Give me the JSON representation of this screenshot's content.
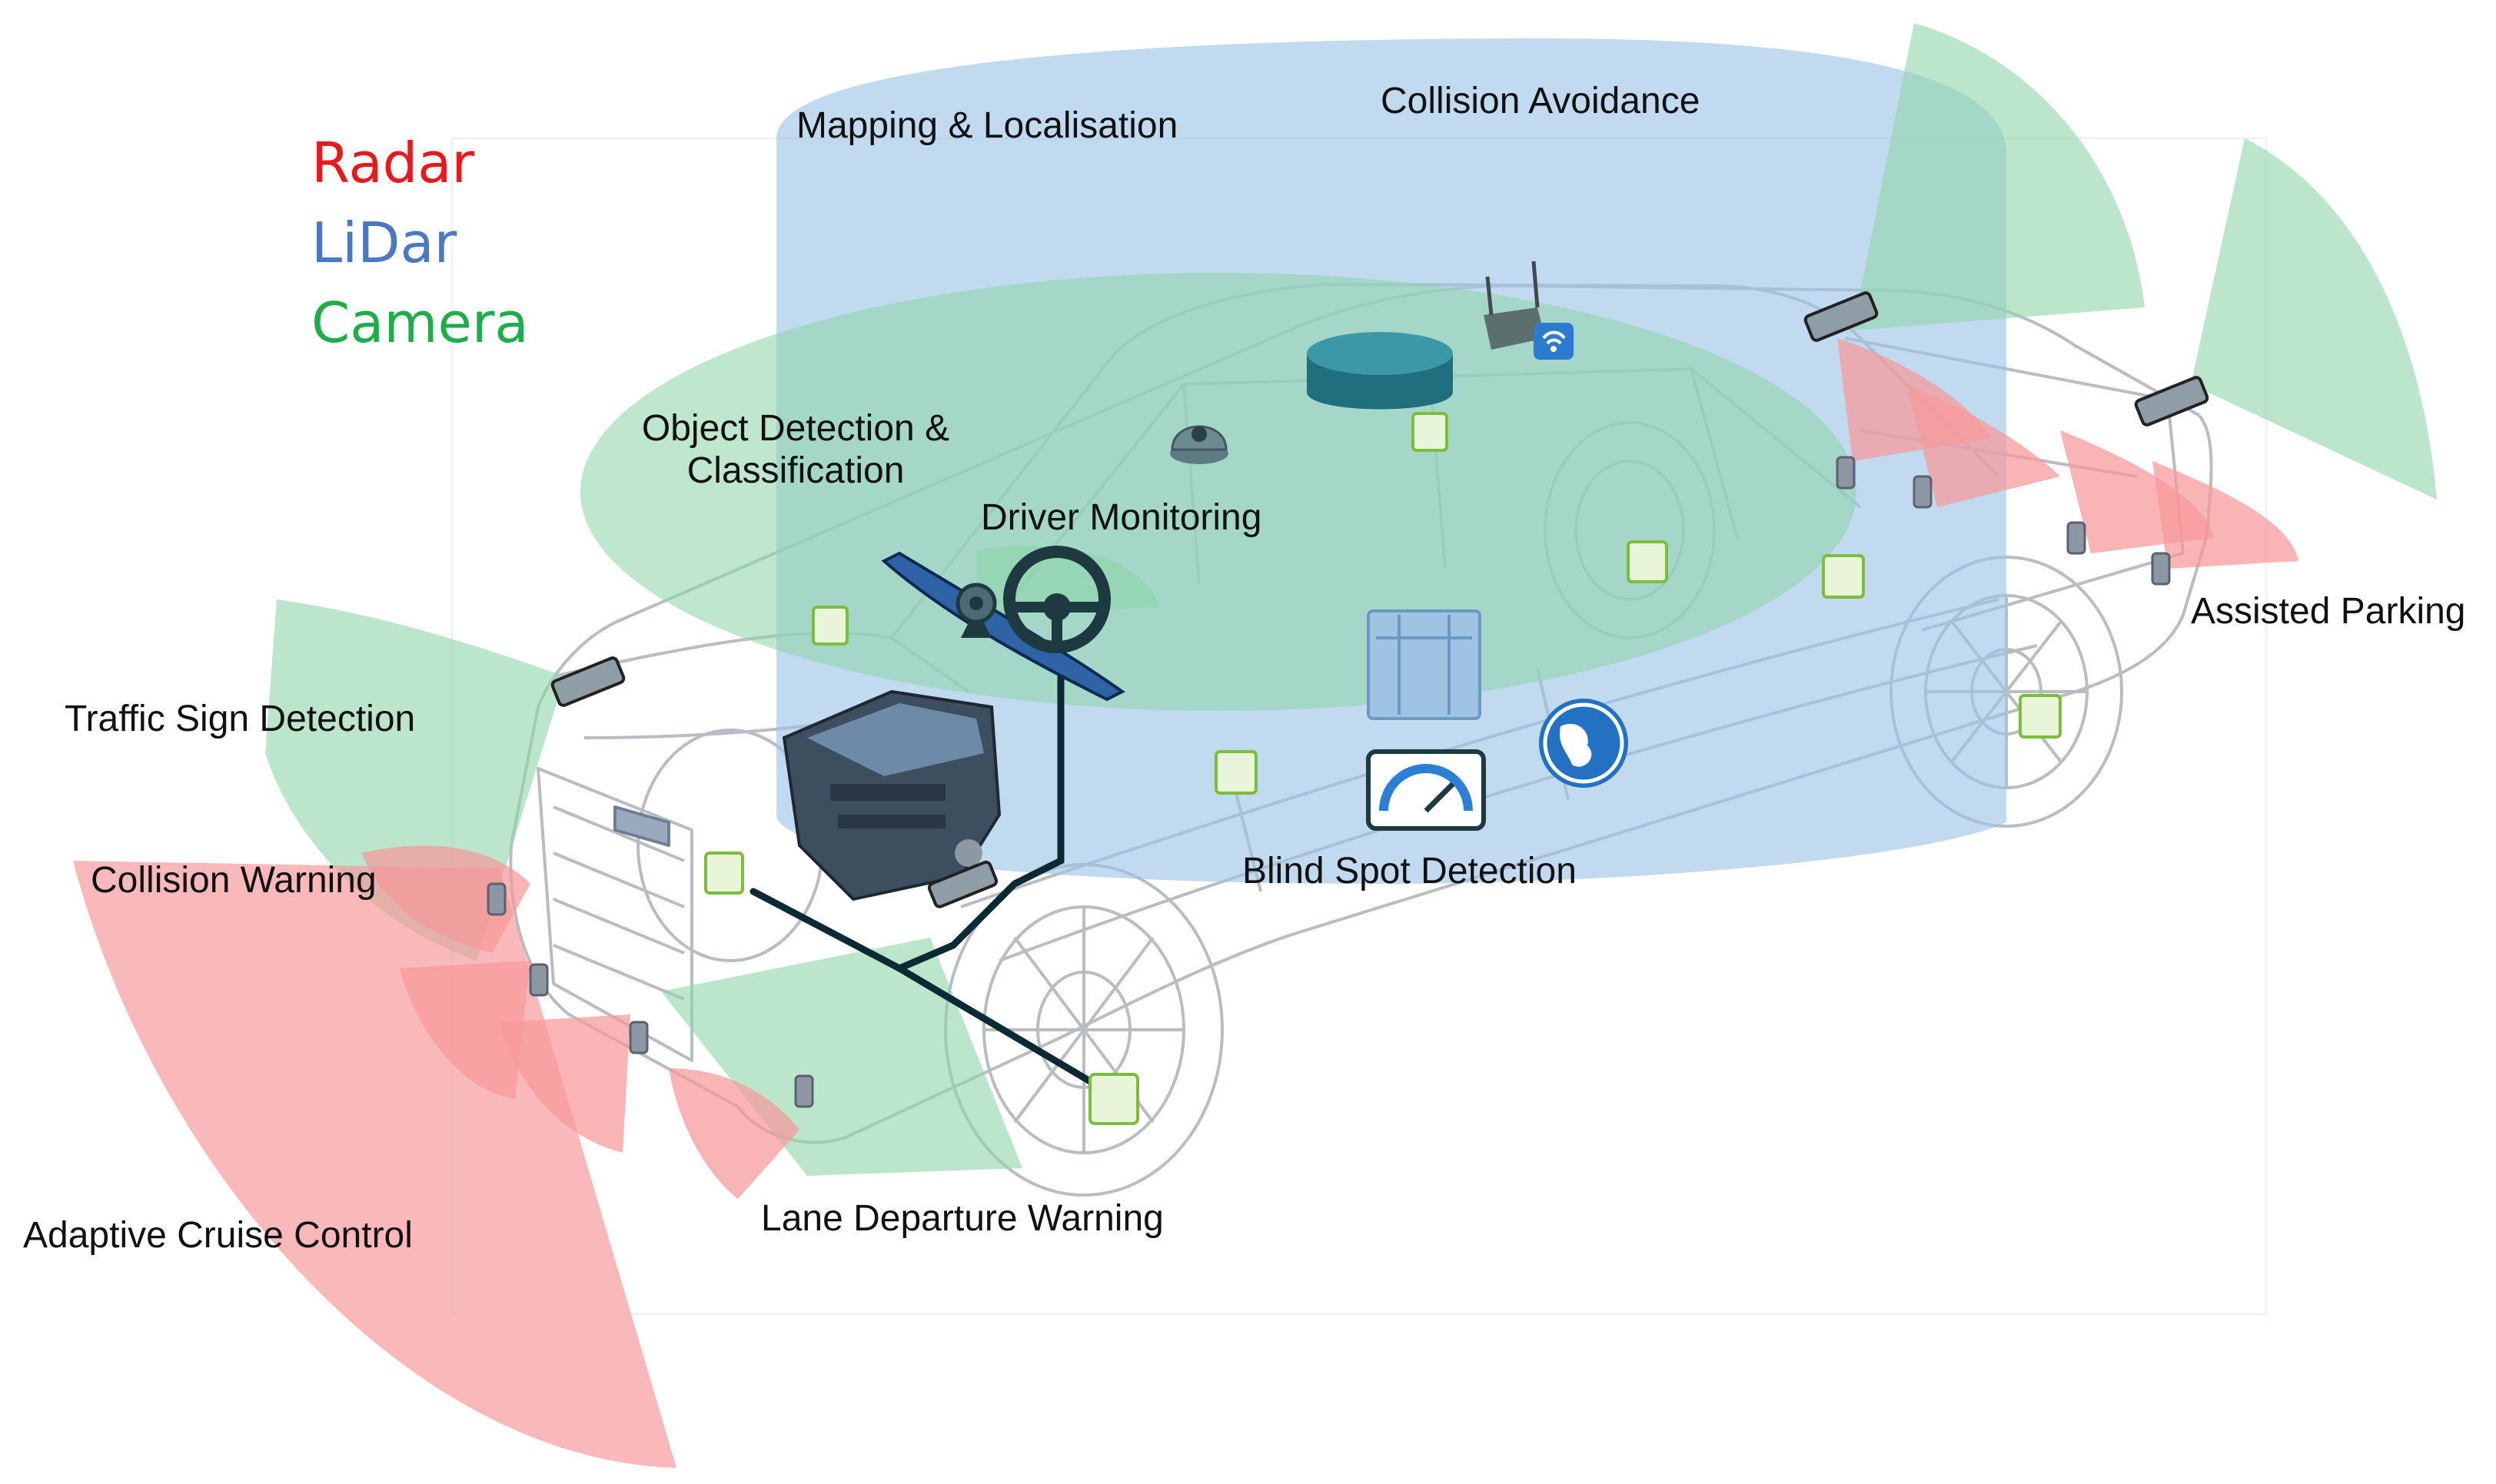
{
  "legend": {
    "radar": "Radar",
    "lidar": "LiDar",
    "camera": "Camera"
  },
  "colors": {
    "radar": "#e8191c",
    "lidar": "#4a78c2",
    "camera": "#1fad4c",
    "radar_zone": "#f6989a",
    "lidar_zone": "#9dc3e6",
    "camera_zone": "#8fd6a8",
    "equipment": "#2d6a87",
    "chip": "#7cbd3b"
  },
  "labels": {
    "mapping": "Mapping & Localisation",
    "collision_avoidance": "Collision Avoidance",
    "object_detection": [
      "Object Detection &",
      "Classification"
    ],
    "driver_monitoring": "Driver Monitoring",
    "assisted_parking": "Assisted Parking",
    "traffic_sign": "Traffic Sign Detection",
    "collision_warning": "Collision Warning",
    "blind_spot": "Blind Spot Detection",
    "adaptive_cruise": "Adaptive Cruise Control",
    "lane_departure": "Lane Departure Warning"
  },
  "icons": [
    "car-wireframe",
    "engine-icon",
    "steering-wheel-icon",
    "dash-camera-icon",
    "dome-camera-icon",
    "lidar-unit-icon",
    "router-icon",
    "wifi-icon",
    "processor-chip-icon",
    "gauge-icon",
    "server-icon",
    "globe-icon",
    "camera-module-icon",
    "radar-sensor-icon"
  ]
}
